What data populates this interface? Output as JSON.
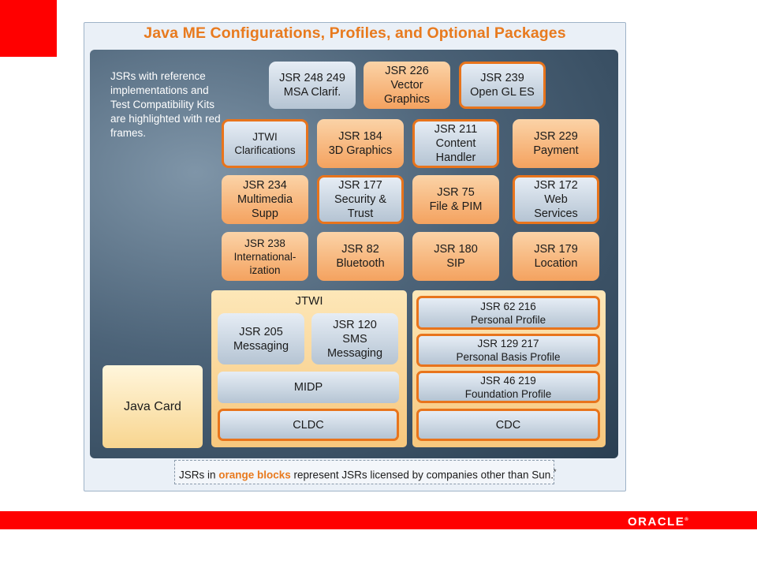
{
  "title": "Java ME Configurations, Profiles, and Optional Packages",
  "legend_note": "JSRs with reference implementations and Test Compatibility Kits are highlighted with red frames.",
  "optional_packages": [
    {
      "label": "JSR 248 249\nMSA Clarif.",
      "style": "blue",
      "red_frame": false
    },
    {
      "label": "JSR 226\nVector\nGraphics",
      "style": "orange",
      "red_frame": false
    },
    {
      "label": "JSR 239\nOpen GL ES",
      "style": "blue",
      "red_frame": true
    },
    {
      "label": "JTWI\nClarifications",
      "style": "blue",
      "red_frame": true
    },
    {
      "label": "JSR 184\n3D Graphics",
      "style": "orange",
      "red_frame": false
    },
    {
      "label": "JSR 211\nContent\nHandler",
      "style": "blue",
      "red_frame": true
    },
    {
      "label": "JSR 229\nPayment",
      "style": "orange",
      "red_frame": false
    },
    {
      "label": "JSR 234\nMultimedia\nSupp",
      "style": "orange",
      "red_frame": false
    },
    {
      "label": "JSR 177\nSecurity &\nTrust",
      "style": "blue",
      "red_frame": true
    },
    {
      "label": "JSR 75\nFile & PIM",
      "style": "orange",
      "red_frame": false
    },
    {
      "label": "JSR 172\nWeb\nServices",
      "style": "blue",
      "red_frame": true
    },
    {
      "label": "JSR 238\nInternational-\nization",
      "style": "orange",
      "red_frame": false
    },
    {
      "label": "JSR 82\nBluetooth",
      "style": "orange",
      "red_frame": false
    },
    {
      "label": "JSR 180\nSIP",
      "style": "orange",
      "red_frame": false
    },
    {
      "label": "JSR 179\nLocation",
      "style": "orange",
      "red_frame": false
    }
  ],
  "jtwi_stack": {
    "label": "JTWI",
    "sms_boxes": [
      "JSR 205\nMessaging",
      "JSR 120\nSMS\nMessaging"
    ],
    "midp": "MIDP",
    "cldc": "CLDC"
  },
  "cdc_stack": {
    "profiles": [
      "JSR 62 216\nPersonal Profile",
      "JSR 129 217\nPersonal Basis Profile",
      "JSR 46 219\nFoundation Profile"
    ],
    "cdc": "CDC"
  },
  "java_card": "Java Card",
  "footer_note": {
    "before": "JSRs in ",
    "highlight": "orange blocks",
    "after": " represent JSRs licensed by companies other than Sun.",
    "mark": "*"
  },
  "logo": {
    "text": "ORACLE",
    "mark": "®"
  },
  "colors": {
    "accent_orange": "#e87a1e",
    "brand_red": "#ff0000",
    "panel_dark": "#2a3f52"
  }
}
